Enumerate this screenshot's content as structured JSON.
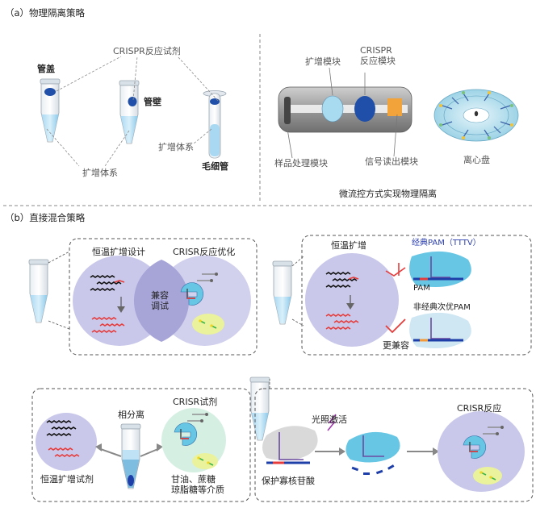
{
  "panel_a": {
    "title": "（a）物理隔离策略",
    "label_lid": "管盖",
    "label_crispr_reagent": "CRISPR反应试剂",
    "label_tube_wall": "管壁",
    "label_amp_system_1": "扩增体系",
    "label_amp_system_2": "扩增体系",
    "label_capillary": "毛细管",
    "label_amp_module": "扩增模块",
    "label_crispr_module": "CRISPR\n反应模块",
    "label_sample_module": "样品处理模块",
    "label_signal_module": "信号读出模块",
    "label_centrifugal_disc": "离心盘",
    "caption_microfluidic": "微流控方式实现物理隔离"
  },
  "panel_b": {
    "title": "（b）直接混合策略",
    "label_isothermal_design": "恒温扩增设计",
    "label_crispr_opt": "CRISR反应优化",
    "label_compat_debug": "兼容\n调试",
    "label_isothermal_amp": "恒温扩增",
    "label_classic_pam": "经典PAM（TTTV）",
    "label_pam": "PAM",
    "label_nonclassic_pam": "非经典次优PAM",
    "label_more_compatible": "更兼容",
    "label_phase_sep": "相分离",
    "label_crisr_reagent": "CRISR试剂",
    "label_iso_reagent": "恒温扩增试剂",
    "label_media": "甘油、蔗糖\n琼脂糖等介质",
    "label_light_activation": "光照激活",
    "label_protective_oligo": "保护寡核苷酸",
    "label_crisr_reaction": "CRISR反应"
  },
  "colors": {
    "circle_purple": "#c9c8ea",
    "circle_purple_dark": "#a7a5d8",
    "cas_blue": "#66c6e4",
    "cas_dark": "#3d63a8",
    "dna_red": "#e63c3c",
    "tube_blue": "#9fd3ef",
    "yellow_glow": "#eaf29c",
    "green_glow": "#cfeedd"
  }
}
